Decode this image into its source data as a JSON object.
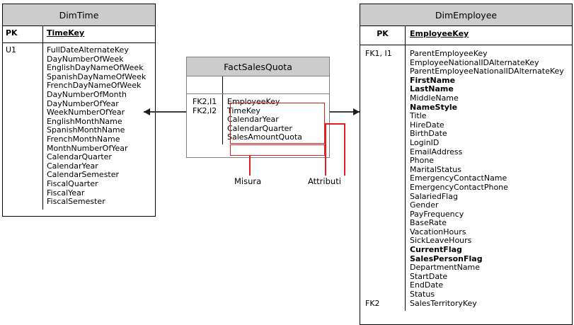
{
  "diagram": {
    "type": "star-schema-erd",
    "language": "it",
    "colors": {
      "header_fill": "#cccccc",
      "border": "#000000",
      "fact_border": "#808080",
      "highlight": "#e02020",
      "connector": "#3c3c3c",
      "background": "#ffffff"
    }
  },
  "entities": {
    "dim_time": {
      "title": "DimTime",
      "pk_label": "PK",
      "pk_field": "TimeKey",
      "key_label": "U1",
      "fields": [
        "FullDateAlternateKey",
        "DayNumberOfWeek",
        "EnglishDayNameOfWeek",
        "SpanishDayNameOfWeek",
        "FrenchDayNameOfWeek",
        "DayNumberOfMonth",
        "DayNumberOfYear",
        "WeekNumberOfYear",
        "EnglishMonthName",
        "SpanishMonthName",
        "FrenchMonthName",
        "MonthNumberOfYear",
        "CalendarQuarter",
        "CalendarYear",
        "CalendarSemester",
        "FiscalQuarter",
        "FiscalYear",
        "FiscalSemester"
      ]
    },
    "fact_sales_quota": {
      "title": "FactSalesQuota",
      "pk_label": "",
      "pk_field": "",
      "key_labels": [
        "FK2,I1",
        "FK2,I2"
      ],
      "attribute_fields": [
        "EmployeeKey",
        "TimeKey",
        "CalendarYear",
        "CalendarQuarter"
      ],
      "measure_fields": [
        "SalesAmountQuota"
      ]
    },
    "dim_employee": {
      "title": "DimEmployee",
      "pk_label": "PK",
      "pk_field": "EmployeeKey",
      "key_label_top": "FK1, I1",
      "key_label_bottom": "FK2",
      "fields": [
        {
          "name": "ParentEmployeeKey",
          "bold": false
        },
        {
          "name": "EmployeeNationalIDAlternateKey",
          "bold": false
        },
        {
          "name": "ParentEmployeeNationalIDAlternateKey",
          "bold": false
        },
        {
          "name": "FirstName",
          "bold": true
        },
        {
          "name": "LastName",
          "bold": true
        },
        {
          "name": "MiddleName",
          "bold": false
        },
        {
          "name": "NameStyle",
          "bold": true
        },
        {
          "name": "Title",
          "bold": false
        },
        {
          "name": "HireDate",
          "bold": false
        },
        {
          "name": "BirthDate",
          "bold": false
        },
        {
          "name": "LoginID",
          "bold": false
        },
        {
          "name": "EmailAddress",
          "bold": false
        },
        {
          "name": "Phone",
          "bold": false
        },
        {
          "name": "MaritalStatus",
          "bold": false
        },
        {
          "name": "EmergencyContactName",
          "bold": false
        },
        {
          "name": "EmergencyContactPhone",
          "bold": false
        },
        {
          "name": "SalariedFlag",
          "bold": false
        },
        {
          "name": "Gender",
          "bold": false
        },
        {
          "name": "PayFrequency",
          "bold": false
        },
        {
          "name": "BaseRate",
          "bold": false
        },
        {
          "name": "VacationHours",
          "bold": false
        },
        {
          "name": "SickLeaveHours",
          "bold": false
        },
        {
          "name": "CurrentFlag",
          "bold": true
        },
        {
          "name": "SalesPersonFlag",
          "bold": true
        },
        {
          "name": "DepartmentName",
          "bold": false
        },
        {
          "name": "StartDate",
          "bold": false
        },
        {
          "name": "EndDate",
          "bold": false
        },
        {
          "name": "Status",
          "bold": false
        },
        {
          "name": "SalesTerritoryKey",
          "bold": false
        }
      ]
    }
  },
  "annotations": {
    "measure_label": "Misura",
    "attributes_label": "Attributi"
  }
}
